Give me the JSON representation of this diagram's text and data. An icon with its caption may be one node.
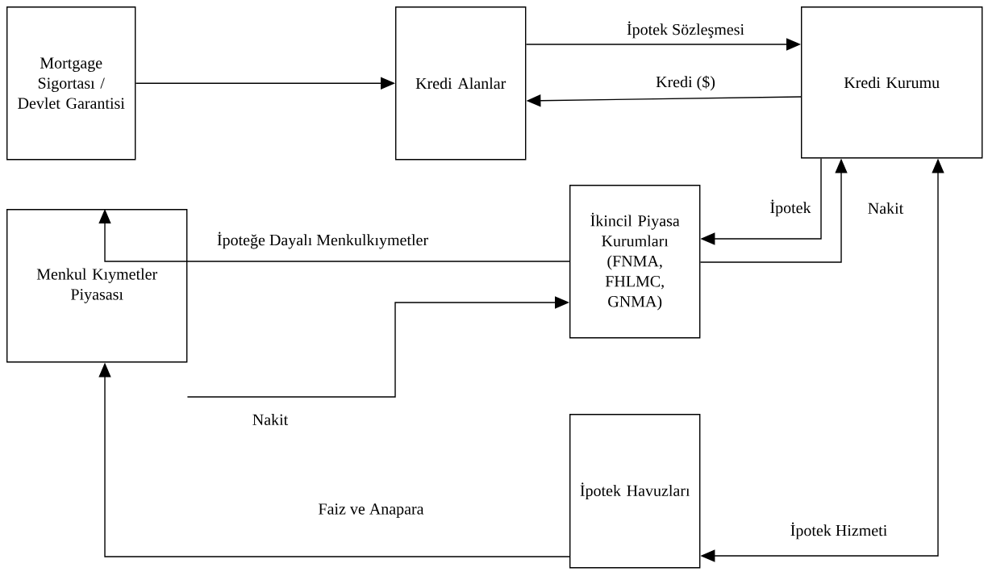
{
  "diagram": {
    "nodes": [
      {
        "text": [
          "Mortgage Sigortası / Devlet Garantisi"
        ]
      },
      {
        "text": [
          "Kredi Alanlar"
        ]
      },
      {
        "text": [
          "Kredi Kurumu"
        ]
      },
      {
        "text": [
          "İkincil Piyasa Kurumları (FNMA, FHLMC, GNMA)"
        ]
      },
      {
        "text": [
          "Menkul Kıymetler Piyasası"
        ]
      },
      {
        "text": [
          "İpotek Havuzları"
        ]
      }
    ],
    "edges": [
      {
        "from": 0,
        "to": 1,
        "arrow": "to"
      },
      {
        "from": 1,
        "to": 2,
        "arrow": "to",
        "label": "İpotek Sözleşmesi"
      },
      {
        "from": 2,
        "to": 1,
        "arrow": "to",
        "label": "Kredi ($)"
      },
      {
        "from": 2,
        "to": 3,
        "arrow": "to",
        "label": "İpotek"
      },
      {
        "from": 3,
        "to": 2,
        "arrow": "to",
        "label": "Nakit"
      },
      {
        "from": 3,
        "to": 4,
        "arrow": "to",
        "label": "İpoteğe Dayalı Menkulkıymetler"
      },
      {
        "from": 4,
        "to": 3,
        "arrow": "to",
        "label": "Nakit"
      },
      {
        "from": 5,
        "to": 4,
        "arrow": "to",
        "label": "Faiz ve Anapara"
      },
      {
        "from": 2,
        "to": 5,
        "arrow": "both",
        "label": "İpotek Hizmeti"
      }
    ]
  }
}
